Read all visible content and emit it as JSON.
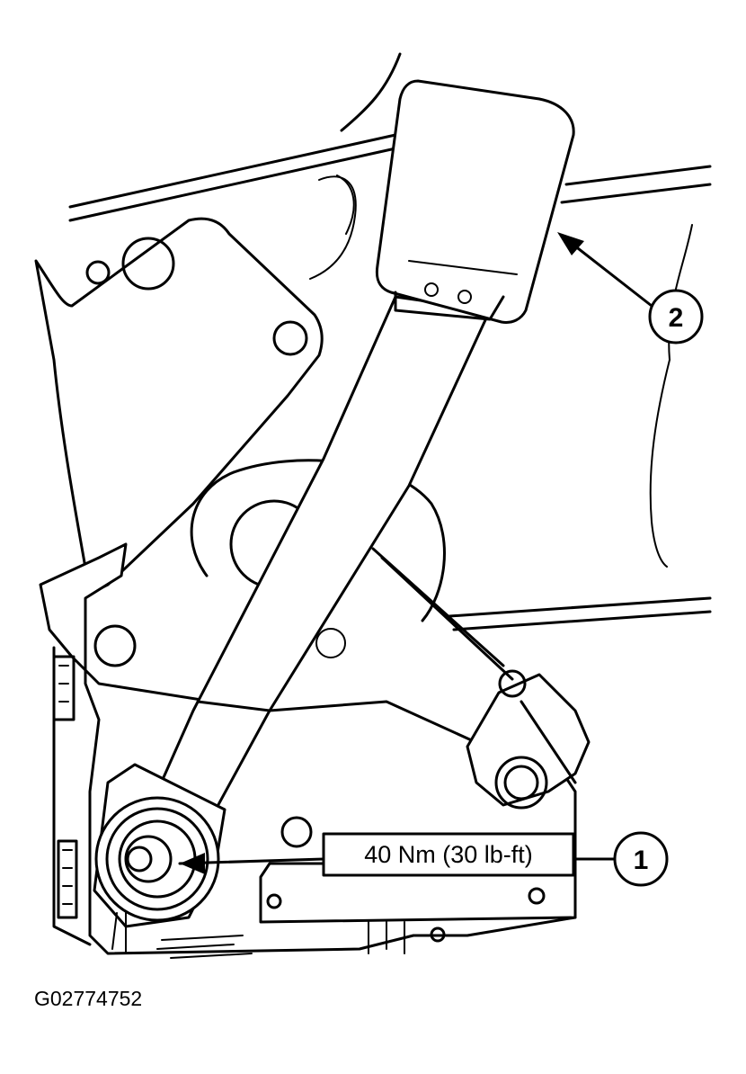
{
  "torque_label": "40 Nm (30 lb-ft)",
  "callouts": [
    {
      "id": "1",
      "label": "1"
    },
    {
      "id": "2",
      "label": "2"
    }
  ],
  "figure_code": "G02774752",
  "colors": {
    "ink": "#000000",
    "paper": "#ffffff"
  }
}
